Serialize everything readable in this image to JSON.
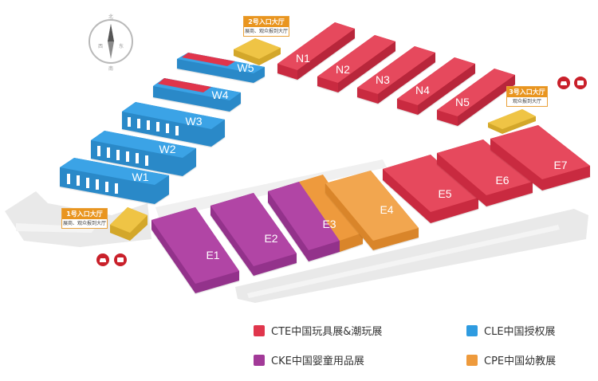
{
  "colors": {
    "cte": "#e0364c",
    "cle": "#2e9be0",
    "cke": "#a23a98",
    "cpe": "#ee9a3c",
    "entry": "#e8b73a",
    "ground": "#e9e9e9",
    "icon_red": "#c9202a"
  },
  "compass": {
    "north": "北",
    "south": "南",
    "west": "西",
    "east": "东"
  },
  "halls": [
    {
      "id": "N1",
      "label": "N1"
    },
    {
      "id": "N2",
      "label": "N2"
    },
    {
      "id": "N3",
      "label": "N3"
    },
    {
      "id": "N4",
      "label": "N4"
    },
    {
      "id": "N5",
      "label": "N5"
    },
    {
      "id": "W1",
      "label": "W1"
    },
    {
      "id": "W2",
      "label": "W2"
    },
    {
      "id": "W3",
      "label": "W3"
    },
    {
      "id": "W4",
      "label": "W4"
    },
    {
      "id": "W5",
      "label": "W5"
    },
    {
      "id": "E1",
      "label": "E1"
    },
    {
      "id": "E2",
      "label": "E2"
    },
    {
      "id": "E3",
      "label": "E3"
    },
    {
      "id": "E4",
      "label": "E4"
    },
    {
      "id": "E5",
      "label": "E5"
    },
    {
      "id": "E6",
      "label": "E6"
    },
    {
      "id": "E7",
      "label": "E7"
    }
  ],
  "entrances": [
    {
      "title": "1号入口大厅",
      "subtitle": "展商、观众报到大厅"
    },
    {
      "title": "2号入口大厅",
      "subtitle": "展商、观众报到大厅"
    },
    {
      "title": "3号入口大厅",
      "subtitle": "观众报到大厅"
    }
  ],
  "transport_icons": [
    "car-icon",
    "bus-icon"
  ],
  "legend": [
    {
      "key": "cte",
      "label": "CTE中国玩具展&潮玩展"
    },
    {
      "key": "cle",
      "label": "CLE中国授权展"
    },
    {
      "key": "cke",
      "label": "CKE中国婴童用品展"
    },
    {
      "key": "cpe",
      "label": "CPE中国幼教展"
    }
  ]
}
